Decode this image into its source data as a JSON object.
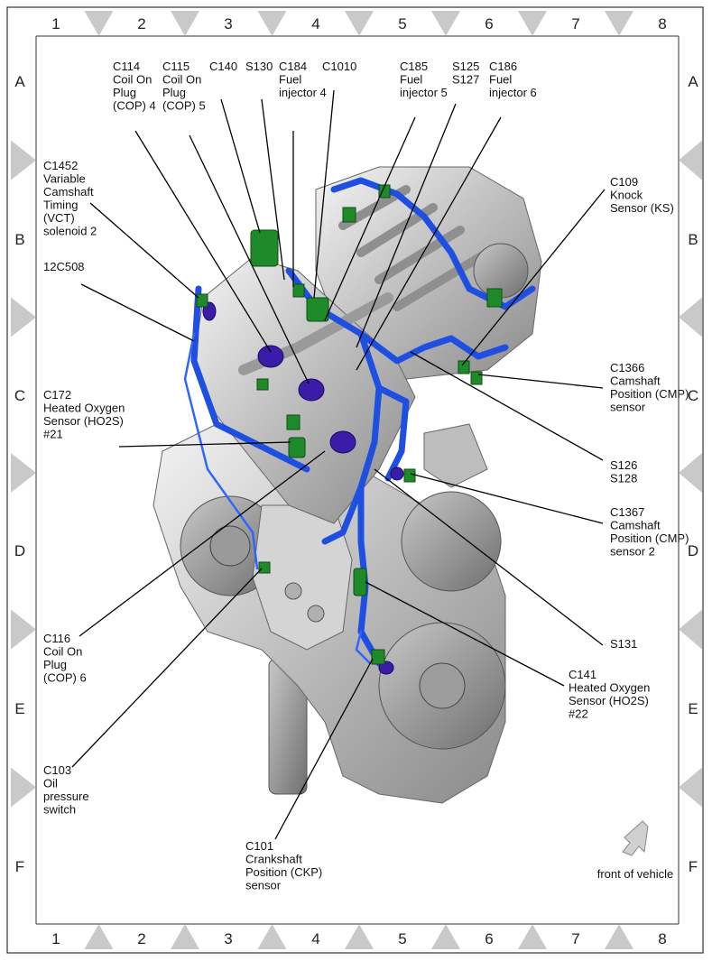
{
  "grid": {
    "columns": [
      "1",
      "2",
      "3",
      "4",
      "5",
      "6",
      "7",
      "8"
    ],
    "rows": [
      "A",
      "B",
      "C",
      "D",
      "E",
      "F"
    ]
  },
  "callouts": [
    {
      "id": "c114",
      "lines": [
        "C114",
        "Coil On",
        "Plug",
        "(COP) 4"
      ]
    },
    {
      "id": "c115",
      "lines": [
        "C115",
        "Coil On",
        "Plug",
        "(COP) 5"
      ]
    },
    {
      "id": "c140",
      "lines": [
        "C140"
      ]
    },
    {
      "id": "s130",
      "lines": [
        "S130"
      ]
    },
    {
      "id": "c184",
      "lines": [
        "C184",
        "Fuel",
        "injector 4"
      ]
    },
    {
      "id": "c1010",
      "lines": [
        "C1010"
      ]
    },
    {
      "id": "c185",
      "lines": [
        "C185",
        "Fuel",
        "injector 5"
      ]
    },
    {
      "id": "s125",
      "lines": [
        "S125",
        "S127"
      ]
    },
    {
      "id": "c186",
      "lines": [
        "C186",
        "Fuel",
        "injector 6"
      ]
    },
    {
      "id": "c1452",
      "lines": [
        "C1452",
        "Variable",
        "Camshaft",
        "Timing",
        "(VCT)",
        "solenoid 2"
      ]
    },
    {
      "id": "c109",
      "lines": [
        "C109",
        "Knock",
        "Sensor (KS)"
      ]
    },
    {
      "id": "c12508",
      "lines": [
        "12C508"
      ]
    },
    {
      "id": "c172",
      "lines": [
        "C172",
        "Heated Oxygen",
        "Sensor (HO2S)",
        "#21"
      ]
    },
    {
      "id": "c1366",
      "lines": [
        "C1366",
        "Camshaft",
        "Position (CMP)",
        "sensor"
      ]
    },
    {
      "id": "s126",
      "lines": [
        "S126",
        "S128"
      ]
    },
    {
      "id": "c1367",
      "lines": [
        "C1367",
        "Camshaft",
        "Position (CMP)",
        "sensor 2"
      ]
    },
    {
      "id": "c116",
      "lines": [
        "C116",
        "Coil On",
        "Plug",
        "(COP) 6"
      ]
    },
    {
      "id": "s131",
      "lines": [
        "S131"
      ]
    },
    {
      "id": "c141",
      "lines": [
        "C141",
        "Heated Oxygen",
        "Sensor (HO2S)",
        "#22"
      ]
    },
    {
      "id": "c103",
      "lines": [
        "C103",
        "Oil",
        "pressure",
        "switch"
      ]
    },
    {
      "id": "c101",
      "lines": [
        "C101",
        "Crankshaft",
        "Position (CKP)",
        "sensor"
      ]
    }
  ],
  "orientation": {
    "label": "front of vehicle",
    "icon": "arrow-icon"
  },
  "colors": {
    "harness": "#1f4fe0",
    "connector": "#1f8a2a",
    "coil": "#3b1ca8",
    "marker": "#c9c9c9"
  }
}
